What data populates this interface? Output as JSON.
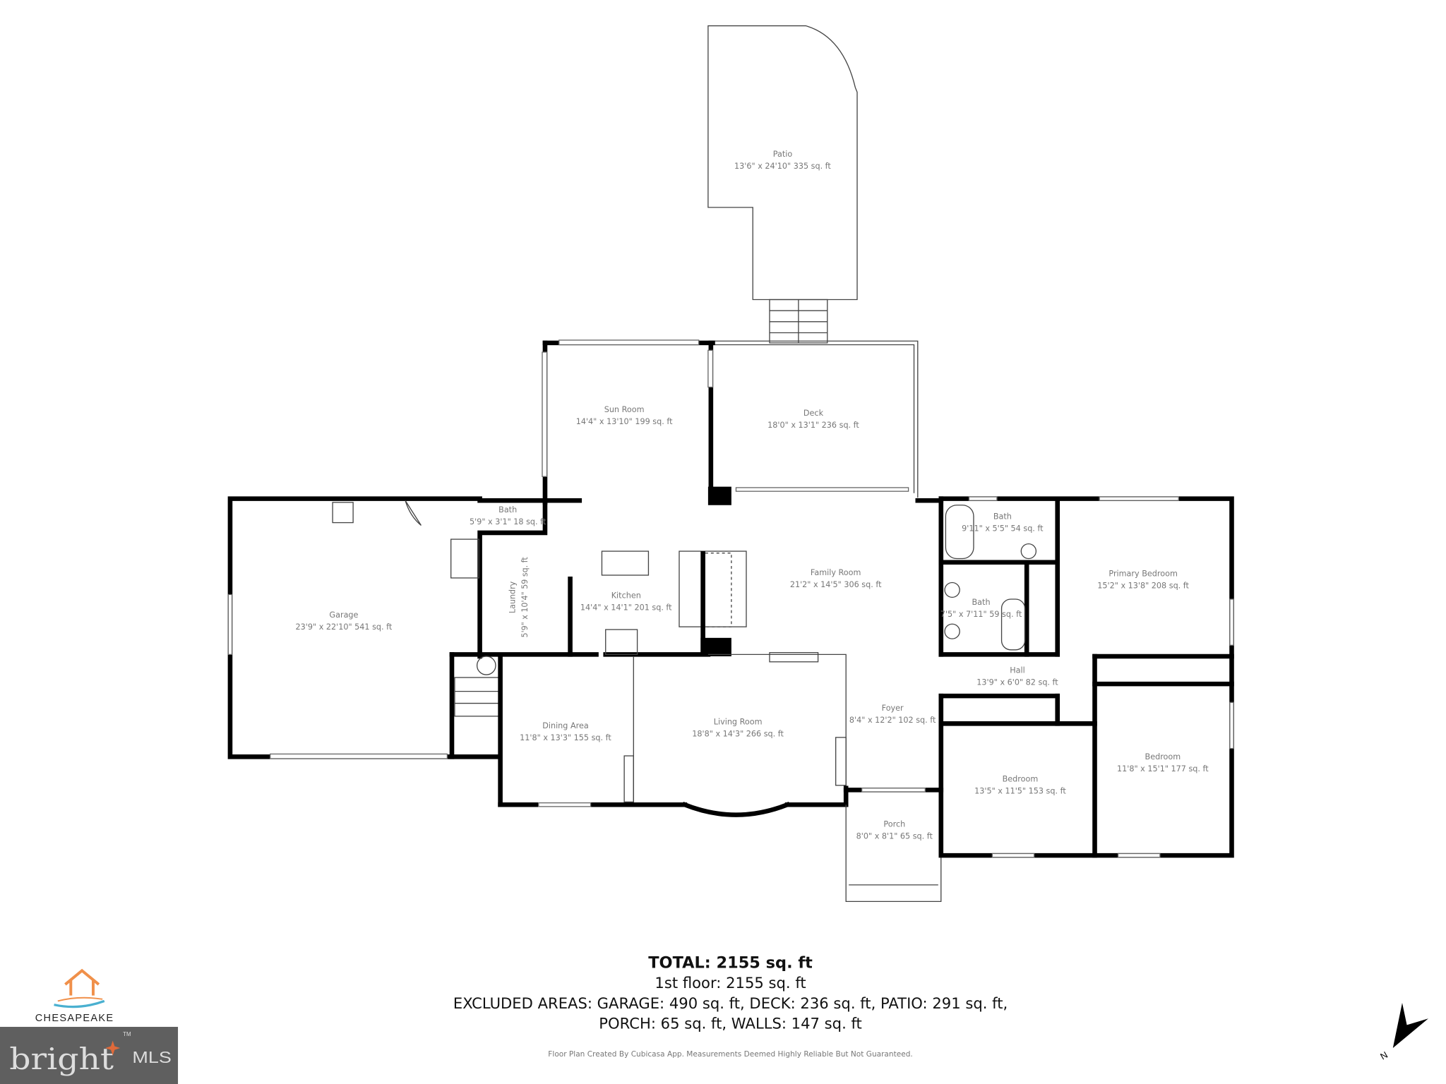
{
  "rooms": [
    {
      "name": "Patio",
      "dims": "13'6\" x 24'10\" 335 sq. ft"
    },
    {
      "name": "Sun Room",
      "dims": "14'4\" x 13'10\" 199 sq. ft"
    },
    {
      "name": "Deck",
      "dims": "18'0\" x 13'1\" 236 sq. ft"
    },
    {
      "name": "Bath",
      "dims": "5'9\" x 3'1\" 18 sq. ft"
    },
    {
      "name": "Garage",
      "dims": "23'9\" x 22'10\" 541 sq. ft"
    },
    {
      "name": "Laundry",
      "dims": "5'9\" x 10'4\" 59 sq. ft"
    },
    {
      "name": "Kitchen",
      "dims": "14'4\" x 14'1\" 201 sq. ft"
    },
    {
      "name": "Family Room",
      "dims": "21'2\" x 14'5\" 306 sq. ft"
    },
    {
      "name": "Bath",
      "dims": "9'11\" x 5'5\" 54 sq. ft"
    },
    {
      "name": "Primary Bedroom",
      "dims": "15'2\" x 13'8\" 208 sq. ft"
    },
    {
      "name": "Bath",
      "dims": "7'5\" x 7'11\" 59 sq. ft"
    },
    {
      "name": "Hall",
      "dims": "13'9\" x 6'0\" 82 sq. ft"
    },
    {
      "name": "Foyer",
      "dims": "8'4\" x 12'2\" 102 sq. ft"
    },
    {
      "name": "Dining Area",
      "dims": "11'8\" x 13'3\" 155 sq. ft"
    },
    {
      "name": "Living Room",
      "dims": "18'8\" x 14'3\" 266 sq. ft"
    },
    {
      "name": "Bedroom",
      "dims": "13'5\" x 11'5\" 153 sq. ft"
    },
    {
      "name": "Bedroom",
      "dims": "11'8\" x 15'1\" 177 sq. ft"
    },
    {
      "name": "Porch",
      "dims": "8'0\" x 8'1\" 65 sq. ft"
    }
  ],
  "summary": {
    "total": "TOTAL: 2155 sq. ft",
    "floor": "1st floor: 2155 sq. ft",
    "excluded_1": "EXCLUDED AREAS: GARAGE: 490 sq. ft, DECK: 236 sq. ft, PATIO: 291 sq. ft,",
    "excluded_2": "PORCH: 65 sq. ft, WALLS: 147 sq. ft",
    "disclaimer": "Floor Plan Created By Cubicasa App. Measurements Deemed Highly Reliable But Not Guaranteed."
  },
  "logos": {
    "chesapeake": "CHESAPEAKE",
    "bright": "bright",
    "mls": "MLS",
    "tm": "TM"
  },
  "compass": {
    "label": "N",
    "icon": "north-arrow-icon"
  },
  "colors": {
    "wall": "#000000",
    "label": "#777777",
    "logo_orange": "#f0904a",
    "logo_blue": "#4ab0d0",
    "bright_bg": "#5f5f5f"
  }
}
